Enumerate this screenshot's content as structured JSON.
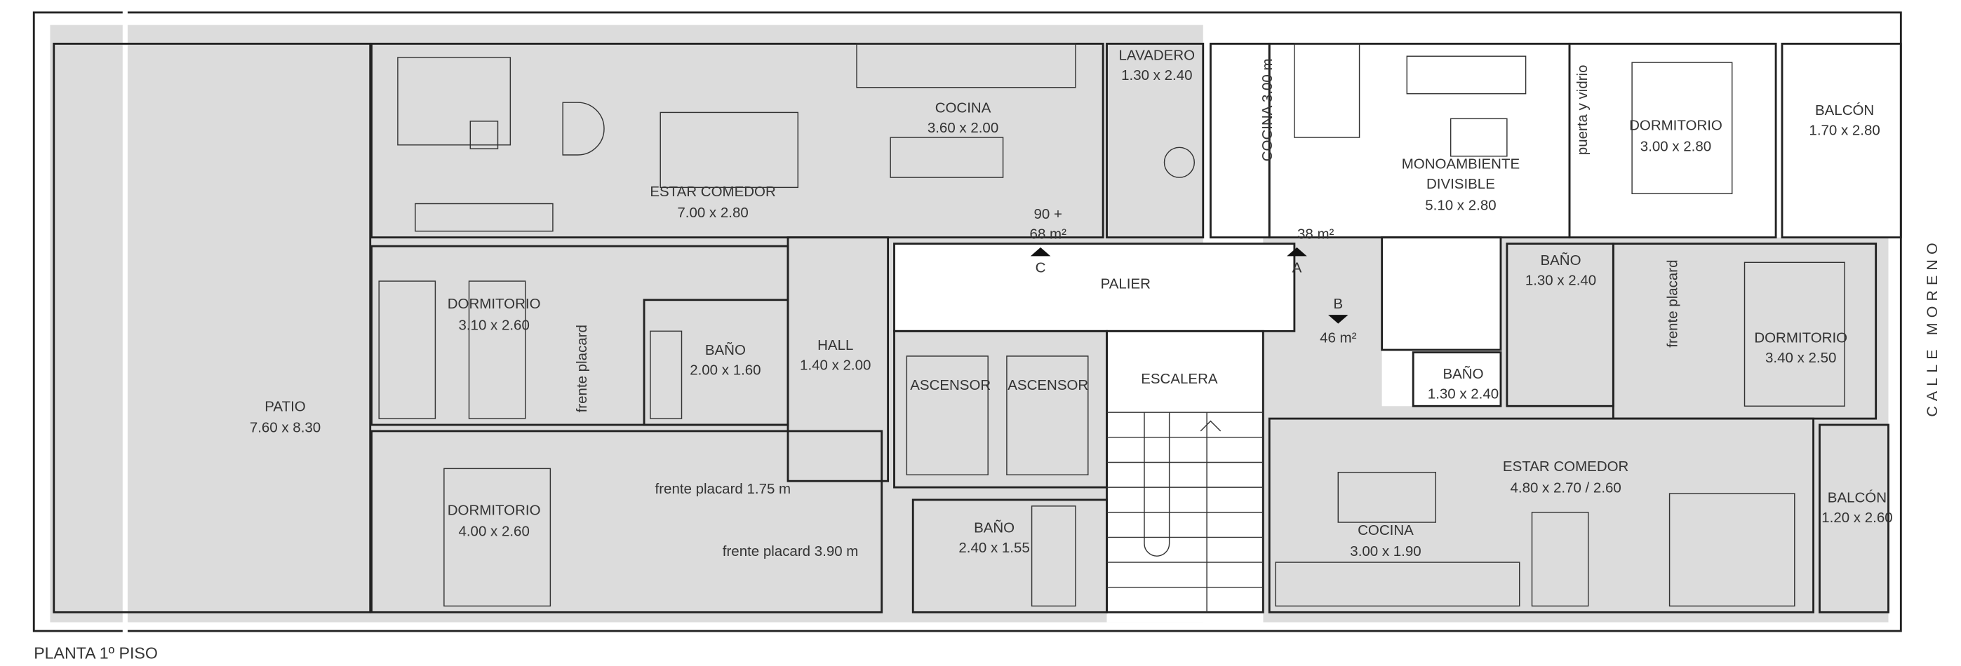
{
  "plan": {
    "title": "PLANTA 1º PISO",
    "street": "CALLE MORENO",
    "colors": {
      "shaded_unit": "#dcdcdc",
      "walls": "#222222",
      "background": "#ffffff"
    },
    "rooms": [
      {
        "name": "PATIO",
        "size": "7.60 x 8.30"
      },
      {
        "name": "ESTAR COMEDOR",
        "size": "7.00 x 2.80"
      },
      {
        "name": "COCINA",
        "size": "3.60 x 2.00"
      },
      {
        "name": "LAVADERO",
        "size": "1.30 x 2.40"
      },
      {
        "name": "DORMITORIO",
        "size": "3.10 x 2.60"
      },
      {
        "name": "BAÑO",
        "size": "2.00 x 1.60"
      },
      {
        "name": "HALL",
        "size": "1.40 x 2.00"
      },
      {
        "name": "DORMITORIO",
        "size": "4.00 x 2.60"
      },
      {
        "name": "BAÑO",
        "size": "2.40 x 1.55"
      },
      {
        "name": "MONOAMBIENTE",
        "name2": "DIVISIBLE",
        "size": "5.10 x 2.80"
      },
      {
        "name": "DORMITORIO",
        "size": "3.00 x 2.80"
      },
      {
        "name": "BALCÓN",
        "size": "1.70 x 2.80"
      },
      {
        "name": "BAÑO",
        "size": "1.30 x 2.40"
      },
      {
        "name": "BAÑO",
        "size": "1.30 x 2.40"
      },
      {
        "name": "DORMITORIO",
        "size": "3.40 x 2.50"
      },
      {
        "name": "ESTAR COMEDOR",
        "size": "4.80 x 2.70 / 2.60"
      },
      {
        "name": "COCINA",
        "size": "3.00 x 1.90"
      },
      {
        "name": "BALCÓN",
        "size": "1.20 x 2.60"
      }
    ],
    "common": {
      "palier": "PALIER",
      "escalera": "ESCALERA",
      "ascensor1": "ASCENSOR",
      "ascensor2": "ASCENSOR"
    },
    "notes": {
      "frente_placard_v1": "frente placard",
      "frente_placard_175": "frente placard 1.75 m",
      "frente_placard_390": "frente placard 3.90 m",
      "frente_placard_v2": "frente placard",
      "cocina_300": "COCINA 3.00 m",
      "puerta_vidrio": "puerta y vidrio"
    },
    "units": [
      {
        "letter": "C",
        "area_line1": "90 +",
        "area_line2": "68 m²"
      },
      {
        "letter": "A",
        "area_line1": "38 m²"
      },
      {
        "letter": "B",
        "area_line1": "46 m²"
      }
    ]
  }
}
